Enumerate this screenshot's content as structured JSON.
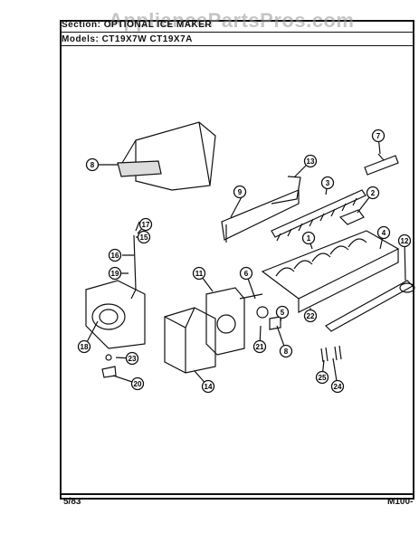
{
  "header": {
    "section_label": "Section:",
    "section_value": "OPTIONAL ICE MAKER",
    "models_label": "Models:",
    "models_value": "CT19X7W CT19X7A"
  },
  "watermark": "AppliancePartsPros.com",
  "footer": {
    "date": "5/83",
    "page_code": "M100-"
  },
  "callouts": [
    "8",
    "7",
    "13",
    "3",
    "9",
    "2",
    "17",
    "15",
    "1",
    "4",
    "12",
    "16",
    "11",
    "6",
    "19",
    "5",
    "22",
    "18",
    "21",
    "8",
    "23",
    "20",
    "14",
    "25",
    "24"
  ]
}
